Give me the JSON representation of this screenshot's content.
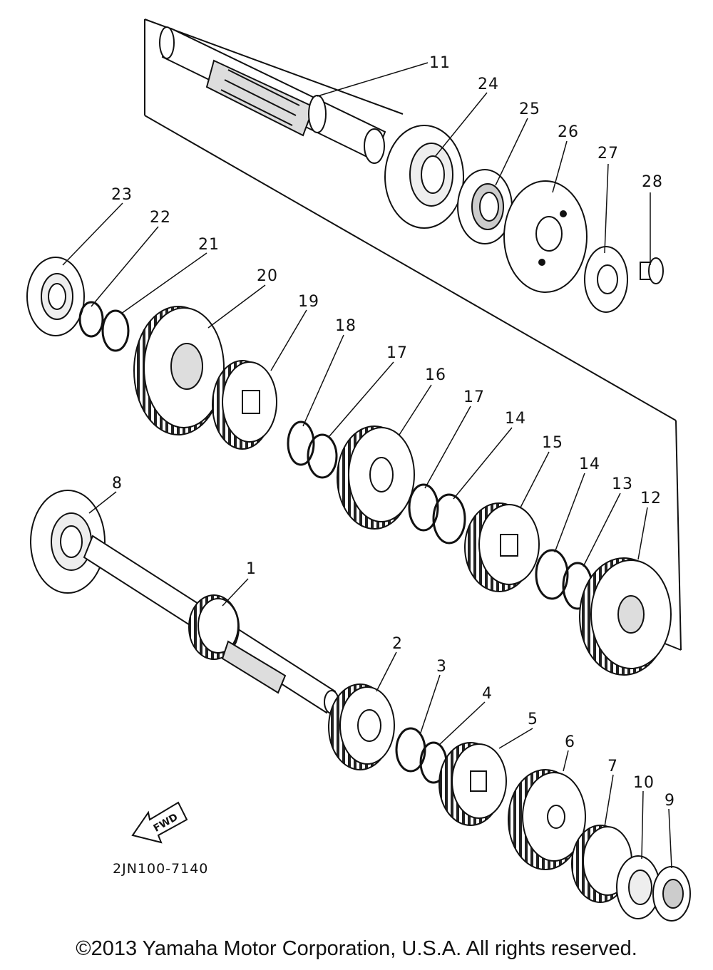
{
  "diagram": {
    "part_numbers": [
      "1",
      "2",
      "3",
      "4",
      "5",
      "6",
      "7",
      "8",
      "9",
      "10",
      "11",
      "12",
      "13",
      "14",
      "14",
      "15",
      "16",
      "17",
      "17",
      "18",
      "19",
      "20",
      "21",
      "22",
      "23",
      "24",
      "25",
      "26",
      "27",
      "28"
    ],
    "drawing_code": "2JN100-7140",
    "fwd_label": "FWD"
  },
  "footer": {
    "copyright": "©2013 Yamaha Motor Corporation, U.S.A. All rights reserved."
  }
}
